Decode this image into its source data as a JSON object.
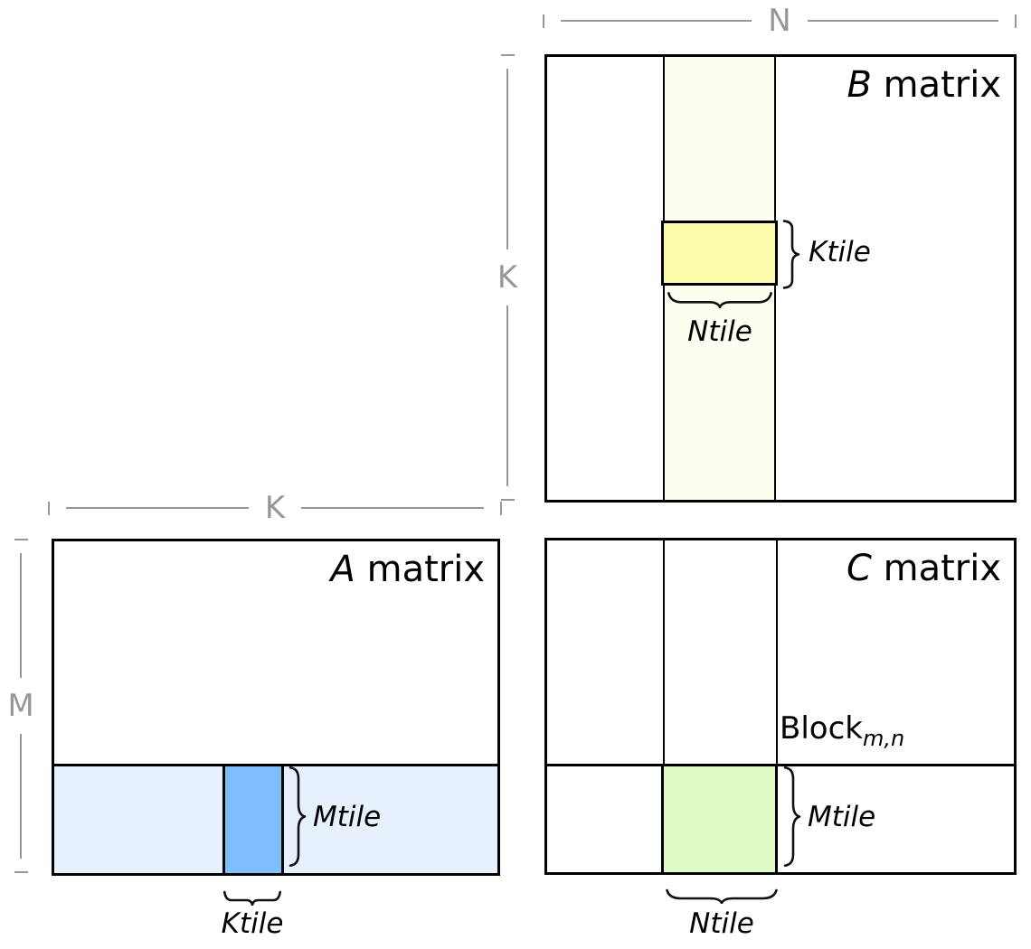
{
  "dimension_labels": {
    "n": "N",
    "k_vertical": "K",
    "k_horizontal": "K",
    "m": "M"
  },
  "matrix_b": {
    "title_letter": "B",
    "title_rest": " matrix",
    "ktile_label": "Ktile",
    "ntile_label": "Ntile"
  },
  "matrix_a": {
    "title_letter": "A",
    "title_rest": " matrix",
    "mtile_label": "Mtile",
    "ktile_label": "Ktile"
  },
  "matrix_c": {
    "title_letter": "C",
    "title_rest": " matrix",
    "block_label": "Block",
    "block_subscript": "m,n",
    "mtile_label": "Mtile",
    "ntile_label": "Ntile"
  },
  "colors": {
    "matrix_border": "#000000",
    "dimension_line": "#979797",
    "b_strip_fill": "#FDFDF0",
    "b_tile_fill": "#FCFCAD",
    "a_strip_fill": "#E7F1FD",
    "a_tile_fill": "#7FBEFC",
    "c_tile_fill": "#DFFBC5"
  }
}
